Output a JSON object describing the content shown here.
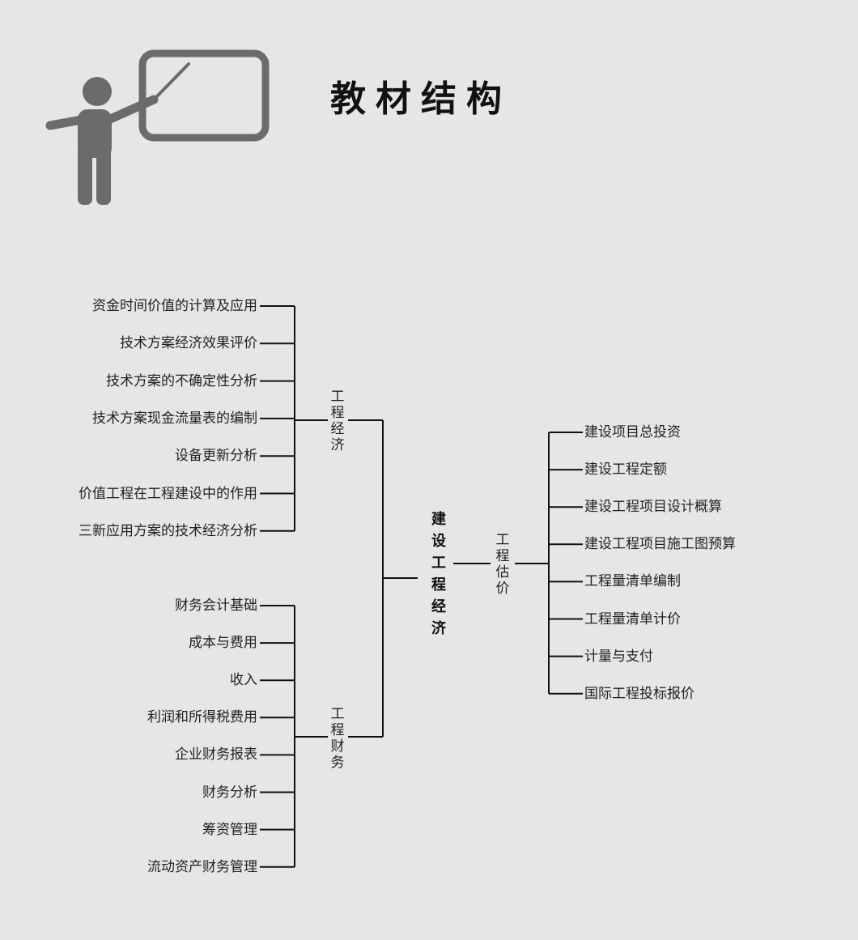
{
  "title": "教材结构",
  "icon": "teacher-at-board-icon",
  "tree": {
    "root": "建设工程经济",
    "branches": [
      {
        "id": "economics",
        "label": "工程经济",
        "items": [
          "资金时间价值的计算及应用",
          "技术方案经济效果评价",
          "技术方案的不确定性分析",
          "技术方案现金流量表的编制",
          "设备更新分析",
          "价值工程在工程建设中的作用",
          "三新应用方案的技术经济分析"
        ]
      },
      {
        "id": "finance",
        "label": "工程财务",
        "items": [
          "财务会计基础",
          "成本与费用",
          "收入",
          "利润和所得税费用",
          "企业财务报表",
          "财务分析",
          "筹资管理",
          "流动资产财务管理"
        ]
      },
      {
        "id": "estimation",
        "label": "工程估价",
        "items": [
          "建设项目总投资",
          "建设工程定额",
          "建设工程项目设计概算",
          "建设工程项目施工图预算",
          "工程量清单编制",
          "工程量清单计价",
          "计量与支付",
          "国际工程投标报价"
        ]
      }
    ]
  }
}
